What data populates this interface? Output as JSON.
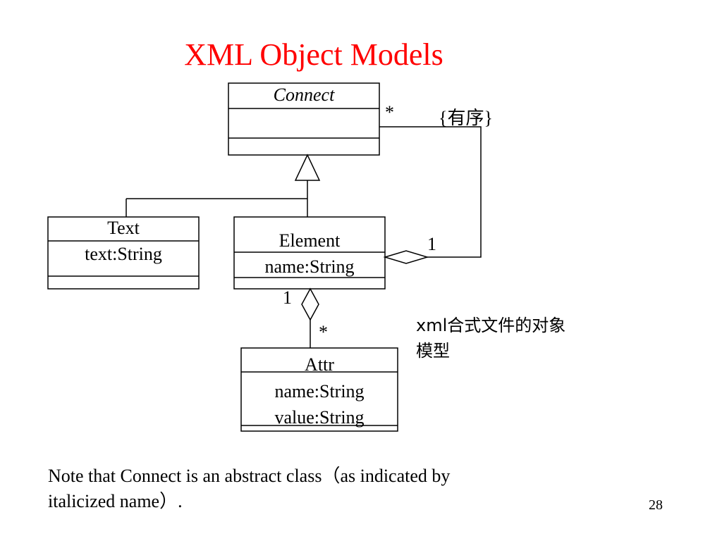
{
  "title": "XML Object Models",
  "classes": {
    "connect": {
      "name": "Connect",
      "attrs": []
    },
    "text": {
      "name": "Text",
      "attrs": [
        "text:String"
      ]
    },
    "element": {
      "name": "Element",
      "attrs": [
        "name:String"
      ]
    },
    "attr": {
      "name": "Attr",
      "attrs": [
        "name:String",
        "value:String"
      ]
    }
  },
  "relations": {
    "connect_star": "*",
    "ordered_constraint": "{有序}",
    "element_one_right": "1",
    "element_one_bottom": "1",
    "attr_star": "*"
  },
  "side_note": {
    "line1": "xml合式文件的对象",
    "line2": "模型"
  },
  "footnote": {
    "line1": "Note that Connect is an abstract class（as indicated by",
    "line2": "italicized name）."
  },
  "page_number": "28"
}
